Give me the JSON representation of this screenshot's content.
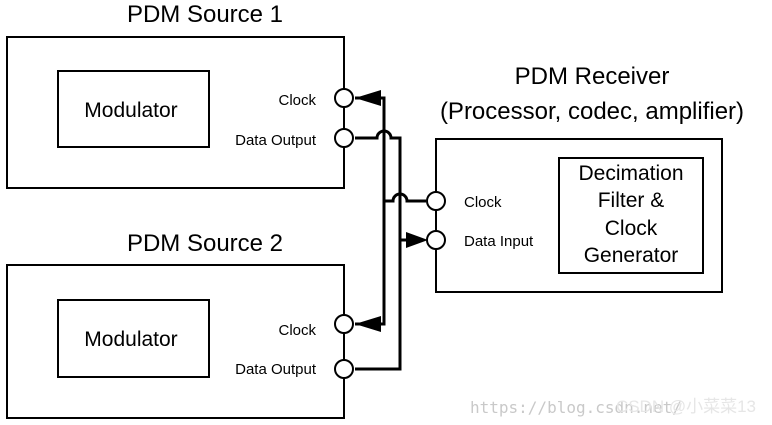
{
  "source1": {
    "title": "PDM Source 1",
    "modulator": "Modulator",
    "clock_label": "Clock",
    "data_label": "Data Output"
  },
  "source2": {
    "title": "PDM Source 2",
    "modulator": "Modulator",
    "clock_label": "Clock",
    "data_label": "Data Output"
  },
  "receiver": {
    "title": "PDM Receiver",
    "subtitle": "(Processor, codec, amplifier)",
    "clock_label": "Clock",
    "data_label": "Data Input",
    "decimation_lines": [
      "Decimation",
      "Filter &",
      "Clock",
      "Generator"
    ]
  },
  "watermark": {
    "url": "https://blog.csdn.net/",
    "csdn": "CSDN @小菜菜13"
  }
}
